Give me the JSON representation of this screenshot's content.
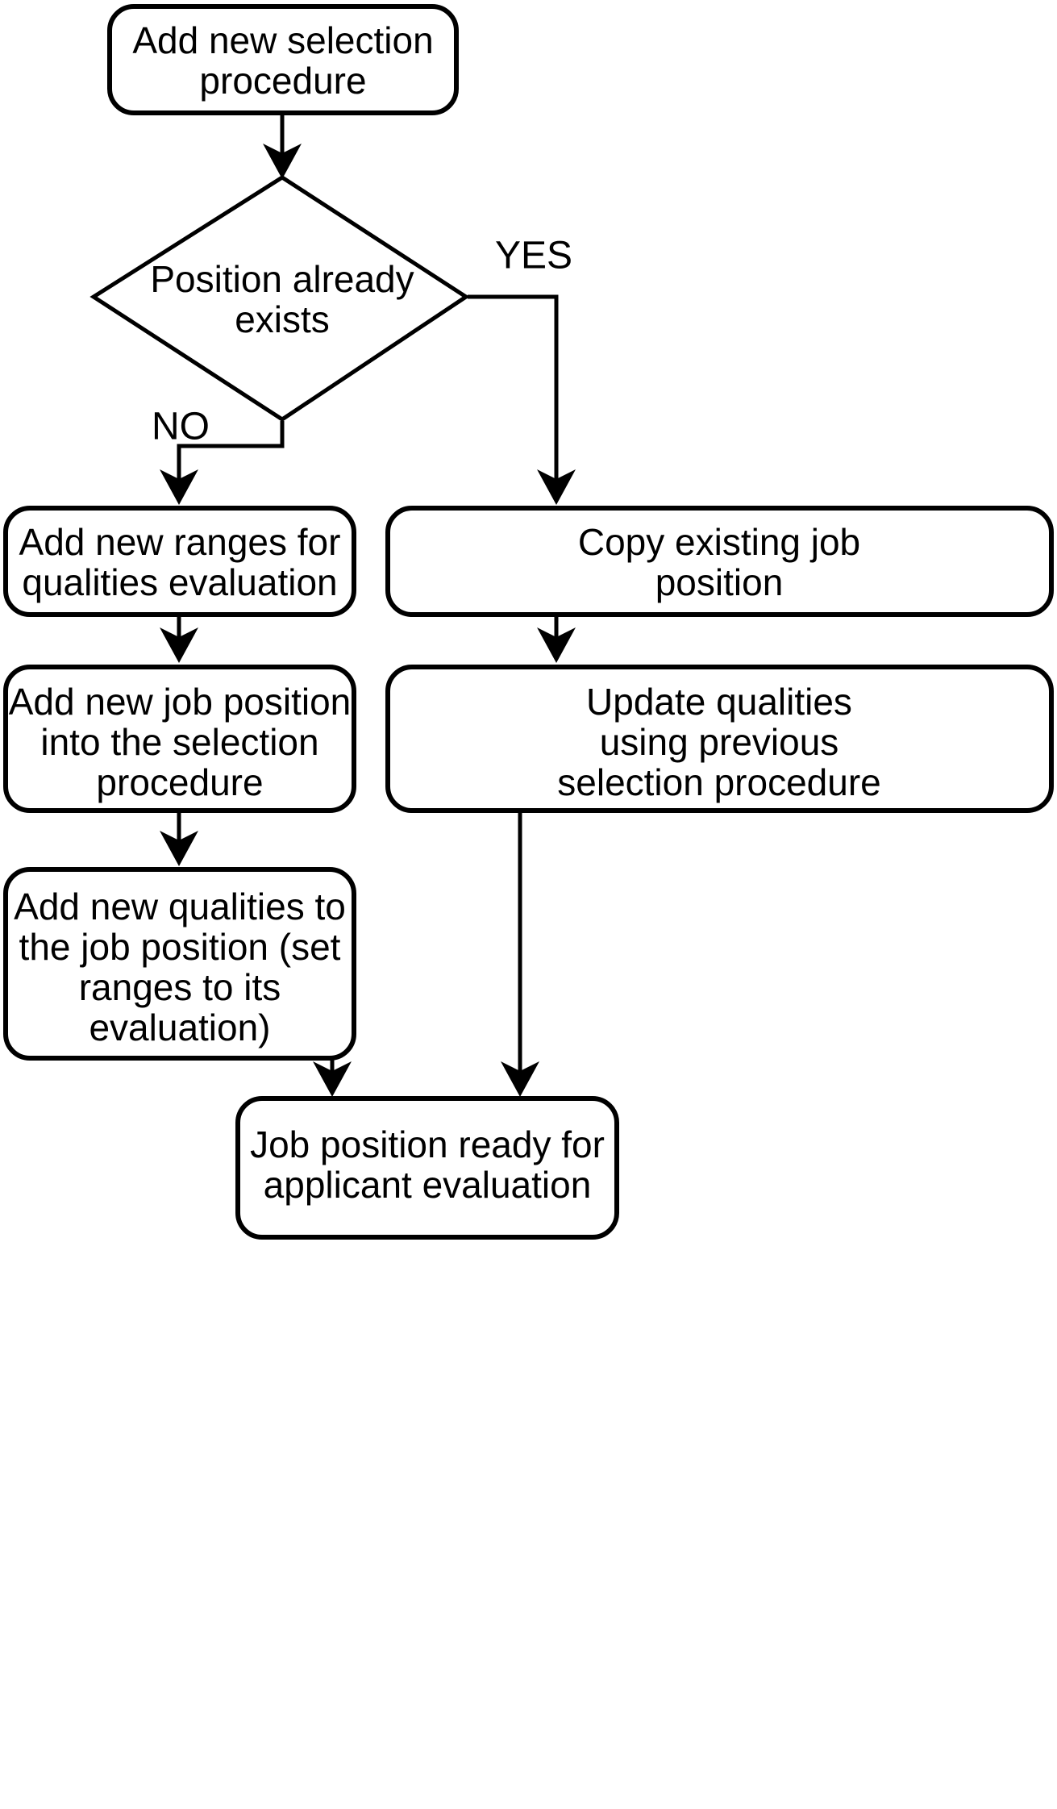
{
  "diagram": {
    "type": "flowchart",
    "title": "Add new selection procedure flowchart",
    "background_color": "#ffffff",
    "stroke_color": "#000000",
    "text_color": "#000000",
    "nodes": [
      {
        "id": "start",
        "shape": "rounded-rectangle",
        "lines": [
          "Add new selection",
          "procedure"
        ]
      },
      {
        "id": "decision",
        "shape": "diamond",
        "lines": [
          "Position already",
          "exists"
        ]
      },
      {
        "id": "add-ranges",
        "shape": "rounded-rectangle",
        "lines": [
          "Add new ranges for",
          "qualities evaluation"
        ]
      },
      {
        "id": "copy-position",
        "shape": "rounded-rectangle",
        "lines": [
          "Copy existing job",
          "position"
        ]
      },
      {
        "id": "add-job-position",
        "shape": "rounded-rectangle",
        "lines": [
          "Add new job position",
          "into the selection",
          "procedure"
        ]
      },
      {
        "id": "update-qualities",
        "shape": "rounded-rectangle",
        "lines": [
          "Update qualities",
          "using previous",
          "selection procedure"
        ]
      },
      {
        "id": "add-qualities",
        "shape": "rounded-rectangle",
        "lines": [
          "Add new qualities to",
          "the job position (set",
          "ranges to its",
          "evaluation)"
        ]
      },
      {
        "id": "ready",
        "shape": "rounded-rectangle",
        "lines": [
          "Job position ready for",
          "applicant evaluation"
        ]
      }
    ],
    "edge_labels": {
      "yes": "YES",
      "no": "NO"
    },
    "text": {
      "start_l1": "Add new selection",
      "start_l2": "procedure",
      "decision_l1": "Position already",
      "decision_l2": "exists",
      "yes_label": "YES",
      "no_label": "NO",
      "ranges_l1": "Add new ranges for",
      "ranges_l2": "qualities evaluation",
      "copy_l1": "Copy existing job",
      "copy_l2": "position",
      "jobpos_l1": "Add new job position",
      "jobpos_l2": "into the selection",
      "jobpos_l3": "procedure",
      "update_l1": "Update qualities",
      "update_l2": "using previous",
      "update_l3": "selection procedure",
      "qualities_l1": "Add new qualities to",
      "qualities_l2": "the job position (set",
      "qualities_l3": "ranges to its",
      "qualities_l4": "evaluation)",
      "ready_l1": "Job position ready for",
      "ready_l2": "applicant evaluation"
    }
  }
}
